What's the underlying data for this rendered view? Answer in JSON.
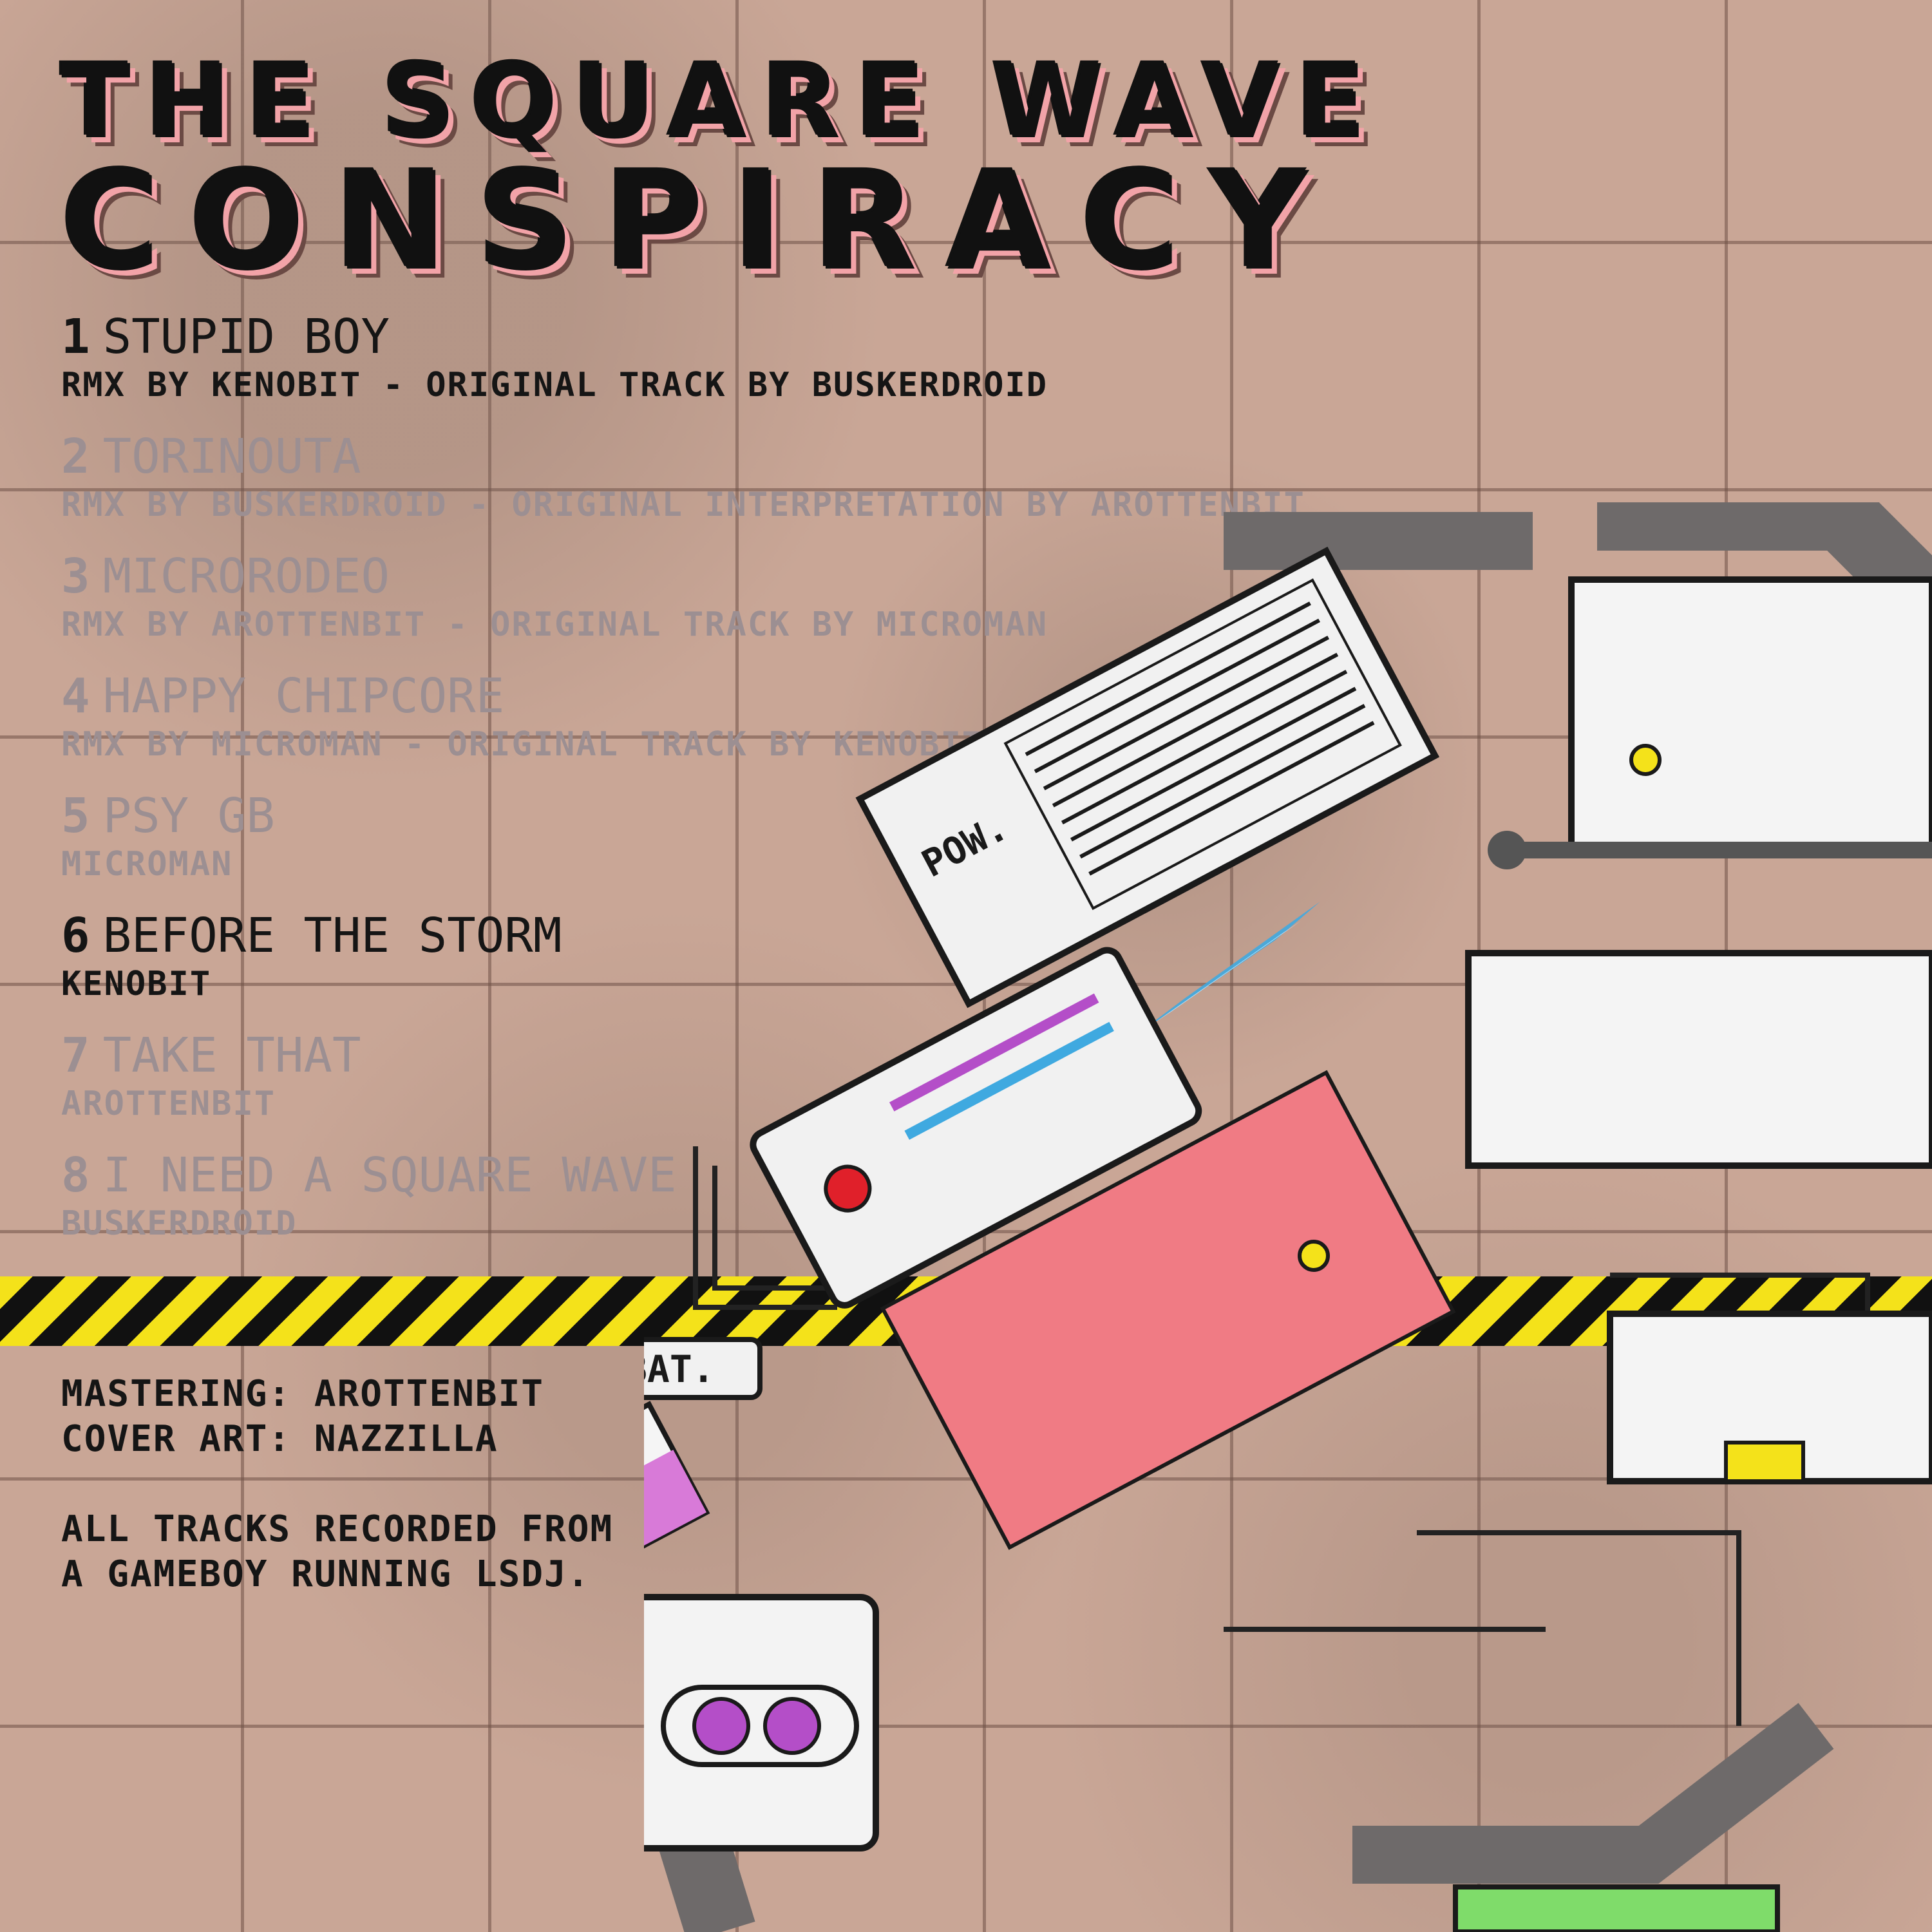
{
  "album": {
    "title_line1": "THE SQUARE WAVE",
    "title_line2": "CONSPIRACY"
  },
  "tracks": [
    {
      "number": "1",
      "title": "STUPID BOY",
      "credit": "RMX BY KENOBIT - ORIGINAL TRACK BY BUSKERDROID",
      "active": true
    },
    {
      "number": "2",
      "title": "TORINOUTA",
      "credit": "RMX BY BUSKERDROID - ORIGINAL INTERPRETATION BY AROTTENBIT",
      "active": false
    },
    {
      "number": "3",
      "title": "MICRORODEO",
      "credit": "RMX BY AROTTENBIT - ORIGINAL TRACK BY MICROMAN",
      "active": false
    },
    {
      "number": "4",
      "title": "HAPPY CHIPCORE",
      "credit": "RMX BY MICROMAN - ORIGINAL TRACK BY KENOBIT",
      "active": false
    },
    {
      "number": "5",
      "title": "PSY GB",
      "credit": "MICROMAN",
      "active": false
    },
    {
      "number": "6",
      "title": "BEFORE THE STORM",
      "credit": "KENOBIT",
      "active": true
    },
    {
      "number": "7",
      "title": "TAKE THAT",
      "credit": "AROTTENBIT",
      "active": false
    },
    {
      "number": "8",
      "title": "I NEED A SQUARE WAVE",
      "credit": "BUSKERDROID",
      "active": false
    }
  ],
  "credits": {
    "mastering": "MASTERING: AROTTENBIT",
    "cover_art": "COVER ART: NAZZILLA",
    "note_line1": "ALL TRACKS RECORDED FROM",
    "note_line2": "A GAMEBOY RUNNING LSDJ."
  },
  "machine": {
    "pow_label": "POW.",
    "bat_label": "BAT."
  },
  "colors": {
    "background": "#c9a696",
    "title_ink": "#111111",
    "title_accent": "#f2a3a8",
    "hazard_yellow": "#f4e21a",
    "beam_blue": "#3fa9e0",
    "button_purple": "#b44ec8",
    "led_red": "#e0202a"
  }
}
